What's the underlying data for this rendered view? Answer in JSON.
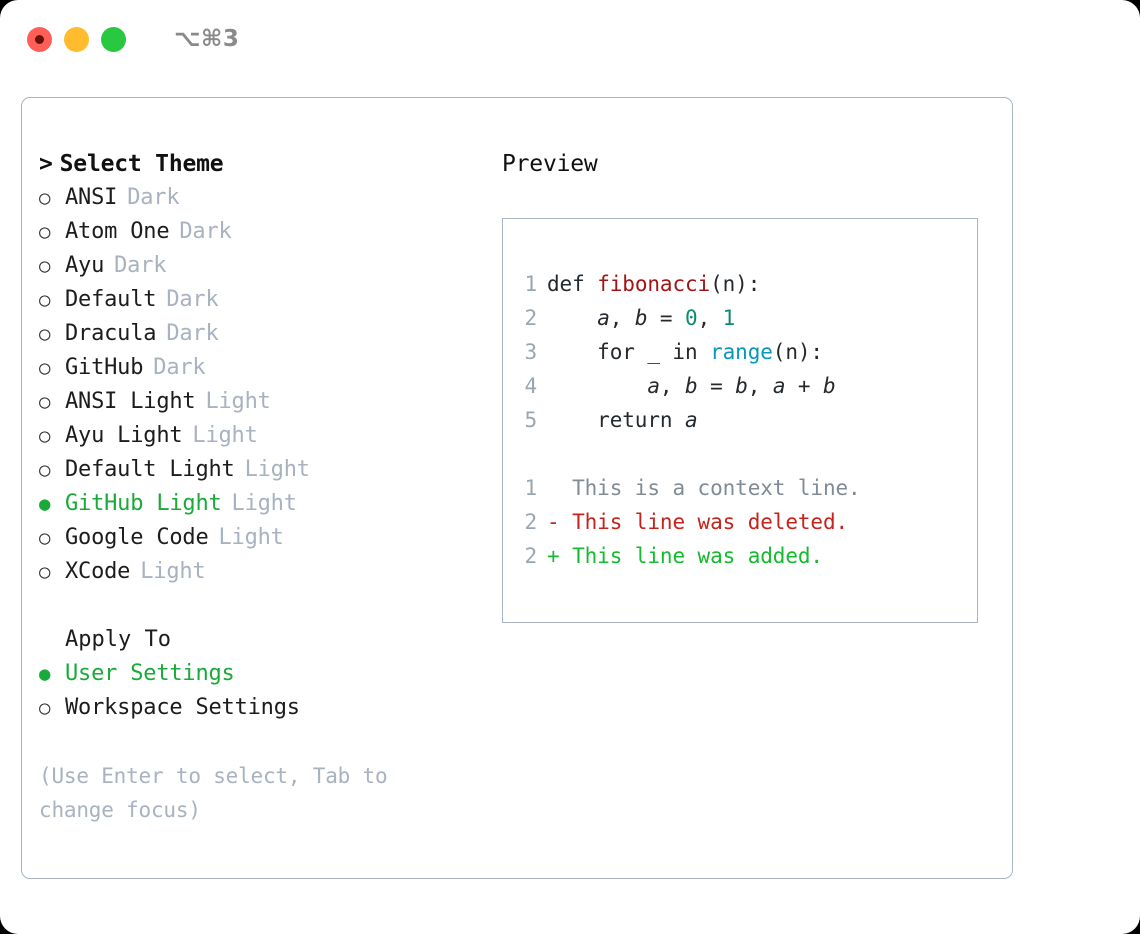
{
  "titlebar": {
    "shortcut": "⌥⌘3",
    "lights": {
      "close": "close-light",
      "minimize": "minimize-light",
      "maximize": "maximize-light"
    }
  },
  "theme_picker": {
    "heading": "Select Theme",
    "caret": ">",
    "bullet_unselected": "○",
    "bullet_selected": "●",
    "items": [
      {
        "label": "ANSI",
        "suffix": "Dark",
        "selected": false
      },
      {
        "label": "Atom One",
        "suffix": "Dark",
        "selected": false
      },
      {
        "label": "Ayu",
        "suffix": "Dark",
        "selected": false
      },
      {
        "label": "Default",
        "suffix": "Dark",
        "selected": false
      },
      {
        "label": "Dracula",
        "suffix": "Dark",
        "selected": false
      },
      {
        "label": "GitHub",
        "suffix": "Dark",
        "selected": false
      },
      {
        "label": "ANSI Light",
        "suffix": "Light",
        "selected": false
      },
      {
        "label": "Ayu Light",
        "suffix": "Light",
        "selected": false
      },
      {
        "label": "Default Light",
        "suffix": "Light",
        "selected": false
      },
      {
        "label": "GitHub Light",
        "suffix": "Light",
        "selected": true
      },
      {
        "label": "Google Code",
        "suffix": "Light",
        "selected": false
      },
      {
        "label": "XCode",
        "suffix": "Light",
        "selected": false
      }
    ]
  },
  "apply_to": {
    "heading": "Apply To",
    "items": [
      {
        "label": "User Settings",
        "selected": true
      },
      {
        "label": "Workspace Settings",
        "selected": false
      }
    ]
  },
  "hint": "(Use Enter to select, Tab to change focus)",
  "preview": {
    "heading": "Preview",
    "code_lines": [
      {
        "no": "1",
        "tokens": [
          {
            "t": "def ",
            "k": "plain"
          },
          {
            "t": "fibonacci",
            "k": "fn"
          },
          {
            "t": "(n):",
            "k": "plain"
          }
        ]
      },
      {
        "no": "2",
        "tokens": [
          {
            "t": "    ",
            "k": "plain"
          },
          {
            "t": "a",
            "k": "var"
          },
          {
            "t": ", ",
            "k": "plain"
          },
          {
            "t": "b",
            "k": "var"
          },
          {
            "t": " = ",
            "k": "plain"
          },
          {
            "t": "0",
            "k": "num"
          },
          {
            "t": ", ",
            "k": "plain"
          },
          {
            "t": "1",
            "k": "num"
          }
        ]
      },
      {
        "no": "3",
        "tokens": [
          {
            "t": "    for _ in ",
            "k": "plain"
          },
          {
            "t": "range",
            "k": "call"
          },
          {
            "t": "(n):",
            "k": "plain"
          }
        ]
      },
      {
        "no": "4",
        "tokens": [
          {
            "t": "        ",
            "k": "plain"
          },
          {
            "t": "a",
            "k": "var"
          },
          {
            "t": ", ",
            "k": "plain"
          },
          {
            "t": "b",
            "k": "var"
          },
          {
            "t": " = ",
            "k": "plain"
          },
          {
            "t": "b",
            "k": "var"
          },
          {
            "t": ", ",
            "k": "plain"
          },
          {
            "t": "a",
            "k": "var"
          },
          {
            "t": " + ",
            "k": "plain"
          },
          {
            "t": "b",
            "k": "var"
          }
        ]
      },
      {
        "no": "5",
        "tokens": [
          {
            "t": "    return ",
            "k": "plain"
          },
          {
            "t": "a",
            "k": "var"
          }
        ]
      }
    ],
    "diff_lines": [
      {
        "no": "1",
        "marker": "  ",
        "text": "This is a context line.",
        "kind": "ctx"
      },
      {
        "no": "2",
        "marker": "- ",
        "text": "This line was deleted.",
        "kind": "del"
      },
      {
        "no": "2",
        "marker": "+ ",
        "text": "This line was added.",
        "kind": "add"
      }
    ]
  },
  "colors": {
    "accent_green": "#1aaa3a",
    "muted": "#a8b2c0",
    "border": "#a9b4c4",
    "diff_add": "#14bb2f",
    "diff_del": "#c4241c",
    "token_fn": "#a31515",
    "token_num": "#0d8b6f",
    "token_call": "#0598bc"
  }
}
